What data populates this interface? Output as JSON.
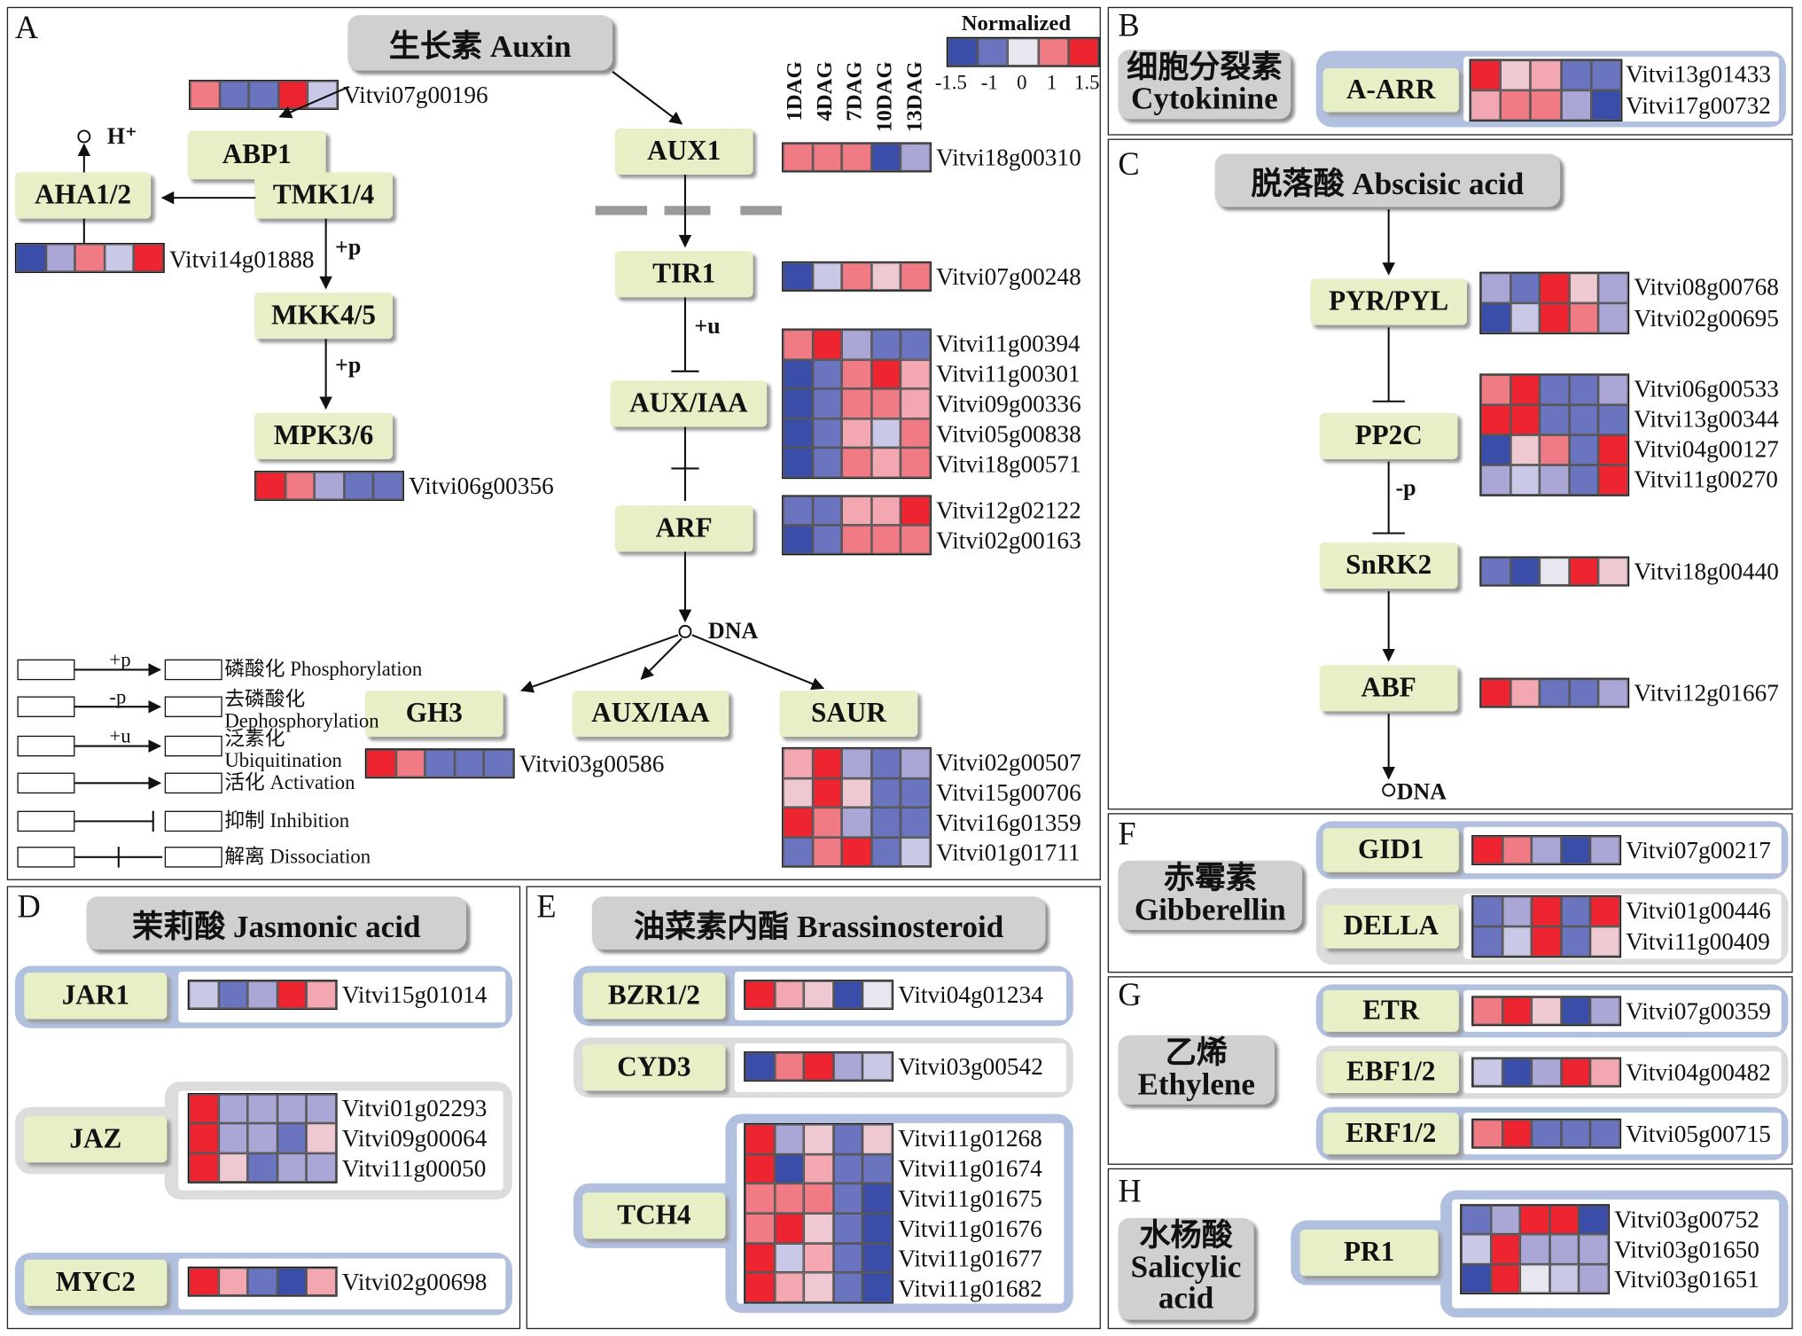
{
  "colors": {
    "-1.5": "#3a4da8",
    "-1": "#6a74bf",
    "-0.5": "#aaa6d6",
    "-0.25": "#c9c8e6",
    "0": "#e8e6ee",
    "0.25": "#eec9d1",
    "0.5": "#f3a8b1",
    "1": "#f07b84",
    "1.5": "#ee2530"
  },
  "legend": {
    "title": "Normalized",
    "ticks": [
      "-1.5",
      "-1",
      "0",
      "1",
      "1.5"
    ],
    "swatches": [
      "-1.5",
      "-1",
      "0",
      "1",
      "1.5"
    ],
    "time_points": [
      "1DAG",
      "4DAG",
      "7DAG",
      "10DAG",
      "13DAG"
    ]
  },
  "arrow_key": [
    {
      "sign": "+p",
      "label": "磷酸化 Phosphorylation"
    },
    {
      "sign": "-p",
      "label": "去磷酸化 Dephosphorylation"
    },
    {
      "sign": "+u",
      "label": "泛素化 Ubiquitination"
    },
    {
      "sign": "",
      "label": "活化 Activation"
    },
    {
      "sign": "",
      "label": "抑制 Inhibition"
    },
    {
      "sign": "",
      "label": "解离 Dissociation"
    }
  ],
  "panelA": {
    "letter": "A",
    "title": "生长素  Auxin",
    "nodes": {
      "abp1": "ABP1",
      "tmk": "TMK1/4",
      "aha": "AHA1/2",
      "mkk": "MKK4/5",
      "mpk": "MPK3/6",
      "aux1": "AUX1",
      "tir1": "TIR1",
      "auxiaa": "AUX/IAA",
      "arf": "ARF",
      "gh3": "GH3",
      "auxiaa2": "AUX/IAA",
      "saur": "SAUR"
    },
    "annotations": {
      "hplus": "H⁺",
      "p1": "+p",
      "p2": "+p",
      "u": "+u",
      "dna": "DNA"
    },
    "heatmaps": {
      "abp1": {
        "genes": [
          "Vitvi07g00196"
        ],
        "rows": [
          [
            "1",
            "-1",
            "-1",
            "1.5",
            "-0.25"
          ]
        ]
      },
      "aha": {
        "genes": [
          "Vitvi14g01888"
        ],
        "rows": [
          [
            "-1.5",
            "-0.5",
            "1",
            "-0.25",
            "1.5"
          ]
        ]
      },
      "mpk": {
        "genes": [
          "Vitvi06g00356"
        ],
        "rows": [
          [
            "1.5",
            "1",
            "-0.5",
            "-1",
            "-1"
          ]
        ]
      },
      "aux1": {
        "genes": [
          "Vitvi18g00310"
        ],
        "rows": [
          [
            "1",
            "1",
            "1",
            "-1.5",
            "-0.5"
          ]
        ]
      },
      "tir1": {
        "genes": [
          "Vitvi07g00248"
        ],
        "rows": [
          [
            "-1.5",
            "-0.25",
            "1",
            "0.25",
            "1"
          ]
        ]
      },
      "auxiaa": {
        "genes": [
          "Vitvi11g00394",
          "Vitvi11g00301",
          "Vitvi09g00336",
          "Vitvi05g00838",
          "Vitvi18g00571"
        ],
        "rows": [
          [
            "1",
            "1.5",
            "-0.5",
            "-1",
            "-1"
          ],
          [
            "-1.5",
            "-1",
            "1",
            "1.5",
            "0.5"
          ],
          [
            "-1.5",
            "-1",
            "1",
            "1",
            "0.5"
          ],
          [
            "-1.5",
            "-1",
            "0.5",
            "-0.25",
            "1"
          ],
          [
            "-1.5",
            "-1",
            "1",
            "0.5",
            "1"
          ]
        ]
      },
      "arf": {
        "genes": [
          "Vitvi12g02122",
          "Vitvi02g00163"
        ],
        "rows": [
          [
            "-1",
            "-1",
            "0.5",
            "0.5",
            "1.5"
          ],
          [
            "-1.5",
            "-1",
            "1",
            "1",
            "1"
          ]
        ]
      },
      "gh3": {
        "genes": [
          "Vitvi03g00586"
        ],
        "rows": [
          [
            "1.5",
            "1",
            "-1",
            "-1",
            "-1"
          ]
        ]
      },
      "saur": {
        "genes": [
          "Vitvi02g00507",
          "Vitvi15g00706",
          "Vitvi16g01359",
          "Vitvi01g01711"
        ],
        "rows": [
          [
            "0.5",
            "1.5",
            "-0.5",
            "-1",
            "-0.5"
          ],
          [
            "0.25",
            "1.5",
            "0.25",
            "-1",
            "-1"
          ],
          [
            "1.5",
            "1",
            "-0.5",
            "-1",
            "-1"
          ],
          [
            "-1",
            "1",
            "1.5",
            "-1",
            "-0.25"
          ]
        ]
      }
    }
  },
  "panelB": {
    "letter": "B",
    "title_cn": "细胞分裂素",
    "title_en": "Cytokinine",
    "node": "A-ARR",
    "heatmap": {
      "genes": [
        "Vitvi13g01433",
        "Vitvi17g00732"
      ],
      "rows": [
        [
          "1.5",
          "0.25",
          "0.5",
          "-1",
          "-1"
        ],
        [
          "0.5",
          "1",
          "1",
          "-0.5",
          "-1.5"
        ]
      ]
    }
  },
  "panelC": {
    "letter": "C",
    "title": "脱落酸  Abscisic acid",
    "nodes": {
      "pyr": "PYR/PYL",
      "pp2c": "PP2C",
      "snrk2": "SnRK2",
      "abf": "ABF"
    },
    "annotations": {
      "p": "-p",
      "dna": "DNA"
    },
    "heatmaps": {
      "pyr": {
        "genes": [
          "Vitvi08g00768",
          "Vitvi02g00695"
        ],
        "rows": [
          [
            "-0.5",
            "-1",
            "1.5",
            "0.25",
            "-0.5"
          ],
          [
            "-1.5",
            "-0.25",
            "1.5",
            "1",
            "-0.5"
          ]
        ]
      },
      "pp2c": {
        "genes": [
          "Vitvi06g00533",
          "Vitvi13g00344",
          "Vitvi04g00127",
          "Vitvi11g00270"
        ],
        "rows": [
          [
            "1",
            "1.5",
            "-1",
            "-1",
            "-0.5"
          ],
          [
            "1.5",
            "1.5",
            "-1",
            "-1",
            "-1"
          ],
          [
            "-1.5",
            "0.25",
            "1",
            "-1",
            "1.5"
          ],
          [
            "-0.5",
            "-0.25",
            "-0.5",
            "-1",
            "1.5"
          ]
        ]
      },
      "snrk2": {
        "genes": [
          "Vitvi18g00440"
        ],
        "rows": [
          [
            "-1",
            "-1.5",
            "0",
            "1.5",
            "0.25"
          ]
        ]
      },
      "abf": {
        "genes": [
          "Vitvi12g01667"
        ],
        "rows": [
          [
            "1.5",
            "0.5",
            "-1",
            "-1",
            "-0.5"
          ]
        ]
      }
    }
  },
  "panelD": {
    "letter": "D",
    "title": "茉莉酸  Jasmonic acid",
    "nodes": {
      "jar1": "JAR1",
      "jaz": "JAZ",
      "myc2": "MYC2"
    },
    "heatmaps": {
      "jar1": {
        "genes": [
          "Vitvi15g01014"
        ],
        "rows": [
          [
            "-0.25",
            "-1",
            "-0.5",
            "1.5",
            "0.5"
          ]
        ]
      },
      "jaz": {
        "genes": [
          "Vitvi01g02293",
          "Vitvi09g00064",
          "Vitvi11g00050"
        ],
        "rows": [
          [
            "1.5",
            "-0.5",
            "-0.5",
            "-0.5",
            "-0.5"
          ],
          [
            "1.5",
            "-0.5",
            "-0.5",
            "-1",
            "0.25"
          ],
          [
            "1.5",
            "0.25",
            "-1",
            "-0.5",
            "-0.5"
          ]
        ]
      },
      "myc2": {
        "genes": [
          "Vitvi02g00698"
        ],
        "rows": [
          [
            "1.5",
            "0.5",
            "-1",
            "-1.5",
            "0.5"
          ]
        ]
      }
    }
  },
  "panelE": {
    "letter": "E",
    "title": "油菜素内酯  Brassinosteroid",
    "nodes": {
      "bzr": "BZR1/2",
      "cyd3": "CYD3",
      "tch4": "TCH4"
    },
    "heatmaps": {
      "bzr": {
        "genes": [
          "Vitvi04g01234"
        ],
        "rows": [
          [
            "1.5",
            "0.5",
            "0.25",
            "-1.5",
            "0"
          ]
        ]
      },
      "cyd3": {
        "genes": [
          "Vitvi03g00542"
        ],
        "rows": [
          [
            "-1.5",
            "1",
            "1.5",
            "-0.5",
            "-0.25"
          ]
        ]
      },
      "tch4": {
        "genes": [
          "Vitvi11g01268",
          "Vitvi11g01674",
          "Vitvi11g01675",
          "Vitvi11g01676",
          "Vitvi11g01677",
          "Vitvi11g01682"
        ],
        "rows": [
          [
            "1.5",
            "-0.5",
            "0.25",
            "-1",
            "0.25"
          ],
          [
            "1.5",
            "-1.5",
            "0.5",
            "-1",
            "-1"
          ],
          [
            "1",
            "1",
            "1",
            "-1",
            "-1.5"
          ],
          [
            "1",
            "1.5",
            "0.25",
            "-1",
            "-1.5"
          ],
          [
            "1.5",
            "-0.25",
            "0.5",
            "-1",
            "-1.5"
          ],
          [
            "1.5",
            "0.5",
            "0.25",
            "-1",
            "-1.5"
          ]
        ]
      }
    }
  },
  "panelF": {
    "letter": "F",
    "title_cn": "赤霉素",
    "title_en": "Gibberellin",
    "nodes": {
      "gid1": "GID1",
      "della": "DELLA"
    },
    "heatmaps": {
      "gid1": {
        "genes": [
          "Vitvi07g00217"
        ],
        "rows": [
          [
            "1.5",
            "1",
            "-0.5",
            "-1.5",
            "-0.5"
          ]
        ]
      },
      "della": {
        "genes": [
          "Vitvi01g00446",
          "Vitvi11g00409"
        ],
        "rows": [
          [
            "-1",
            "-0.5",
            "1.5",
            "-1",
            "1.5"
          ],
          [
            "-1",
            "-0.25",
            "1.5",
            "-1",
            "0.25"
          ]
        ]
      }
    }
  },
  "panelG": {
    "letter": "G",
    "title_cn": "乙烯",
    "title_en": "Ethylene",
    "nodes": {
      "etr": "ETR",
      "ebf": "EBF1/2",
      "erf": "ERF1/2"
    },
    "heatmaps": {
      "etr": {
        "genes": [
          "Vitvi07g00359"
        ],
        "rows": [
          [
            "1",
            "1.5",
            "0.25",
            "-1.5",
            "-0.5"
          ]
        ]
      },
      "ebf": {
        "genes": [
          "Vitvi04g00482"
        ],
        "rows": [
          [
            "-0.25",
            "-1.5",
            "-0.5",
            "1.5",
            "0.5"
          ]
        ]
      },
      "erf": {
        "genes": [
          "Vitvi05g00715"
        ],
        "rows": [
          [
            "1",
            "1.5",
            "-1",
            "-1",
            "-1"
          ]
        ]
      }
    }
  },
  "panelH": {
    "letter": "H",
    "title_cn": "水杨酸",
    "title_en1": "Salicylic",
    "title_en2": "acid",
    "node": "PR1",
    "heatmap": {
      "genes": [
        "Vitvi03g00752",
        "Vitvi03g01650",
        "Vitvi03g01651"
      ],
      "rows": [
        [
          "-1",
          "-0.5",
          "1.5",
          "1.5",
          "-1.5"
        ],
        [
          "-0.25",
          "1.5",
          "-0.5",
          "-0.5",
          "-0.5"
        ],
        [
          "-1.5",
          "1.5",
          "0",
          "-0.25",
          "-0.5"
        ]
      ]
    }
  }
}
